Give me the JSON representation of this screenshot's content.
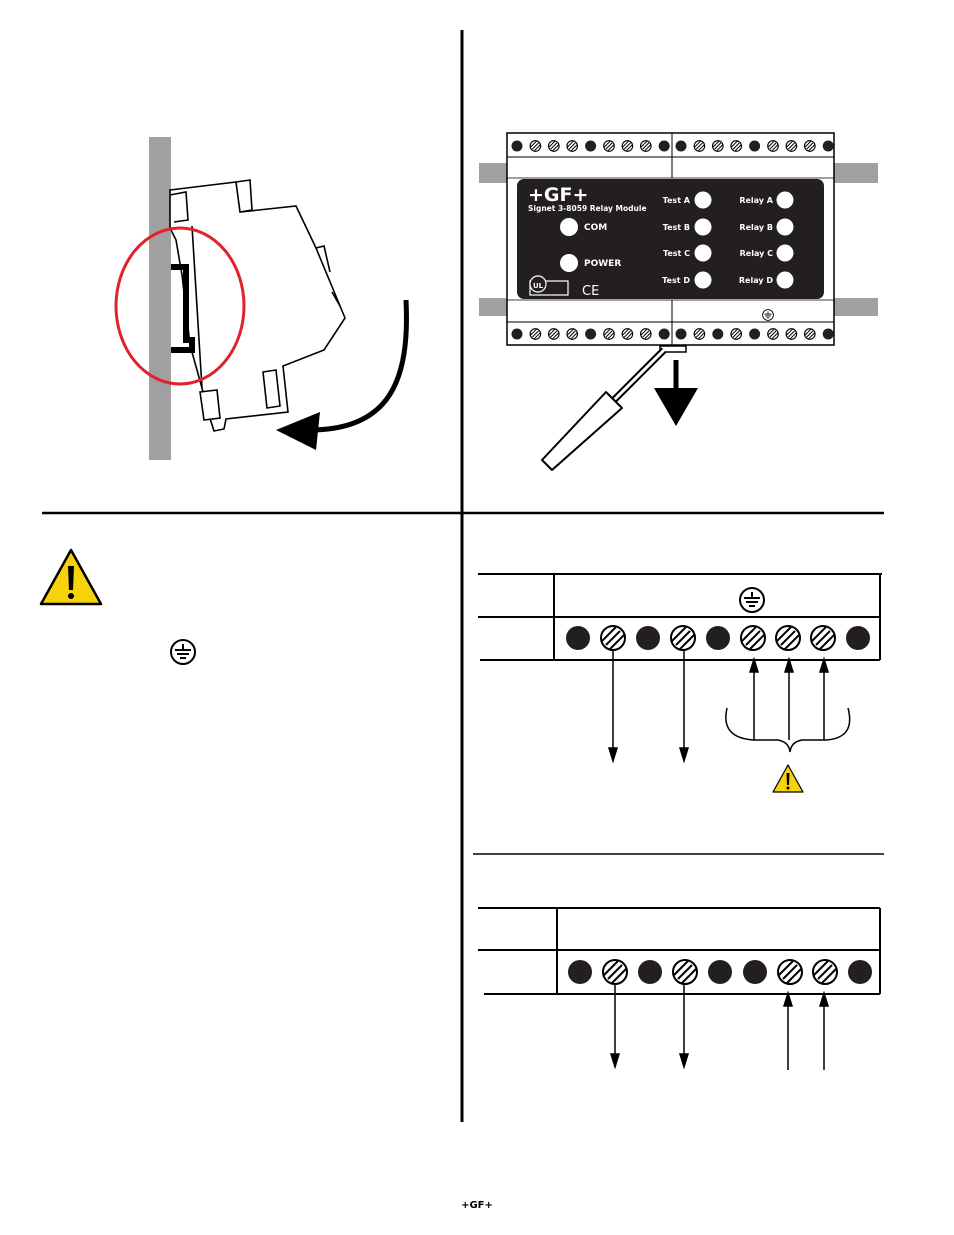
{
  "module": {
    "brand": "+GF+",
    "model": "Signet 3-8059 Relay Module",
    "com_label": "COM",
    "power_label": "POWER",
    "test_labels": [
      "Test A",
      "Test B",
      "Test C",
      "Test D"
    ],
    "relay_labels": [
      "Relay A",
      "Relay B",
      "Relay C",
      "Relay D"
    ]
  },
  "footer": {
    "brand": "+GF+"
  },
  "colors": {
    "warning_yellow": "#f5d20a",
    "highlight_red": "#e0232b",
    "rail_gray": "#a0a0a0",
    "panel_dark": "#231f20"
  },
  "icons": [
    "warning-icon",
    "ground-icon",
    "ul-mark",
    "ce-mark",
    "screwdriver-icon",
    "arrow-icon"
  ]
}
